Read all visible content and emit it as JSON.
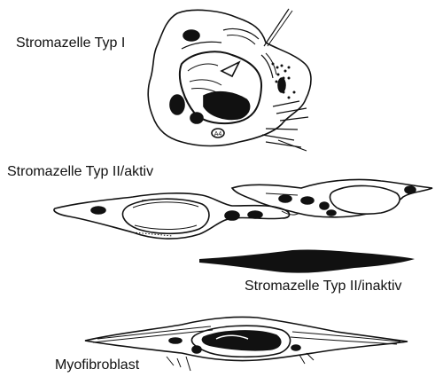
{
  "labels": {
    "typ1": "Stromazelle Typ I",
    "typ2_aktiv": "Stromazelle Typ II/aktiv",
    "typ2_inaktiv": "Stromazelle Typ II/inaktiv",
    "myofibroblast": "Myofibroblast"
  },
  "cell_annotation": "A4",
  "colors": {
    "ink": "#111111",
    "background": "#ffffff"
  }
}
